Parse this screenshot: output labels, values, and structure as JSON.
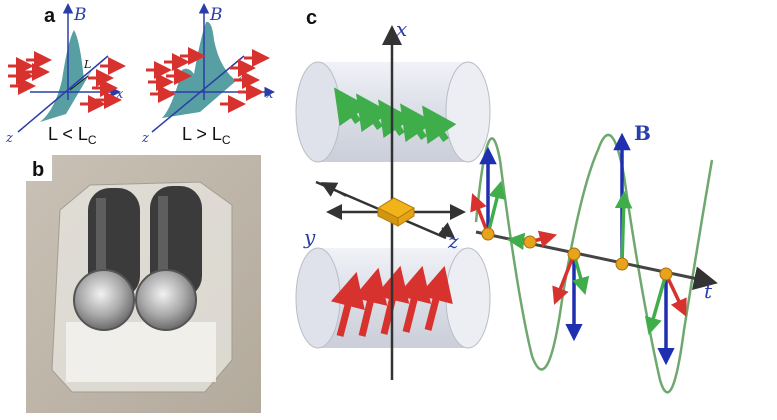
{
  "panels": {
    "a": {
      "letter": "a",
      "axis_b": "B",
      "axis_x": "x",
      "axis_z": "z",
      "length_marker": "L",
      "left_condition": {
        "main": "L < L",
        "sub": "C"
      },
      "right_condition": {
        "main": "L > L",
        "sub": "C"
      }
    },
    "b": {
      "letter": "b"
    },
    "c": {
      "letter": "c",
      "axis_x": "x",
      "axis_y": "y",
      "axis_z": "z",
      "axis_t": "t",
      "field_label": "B"
    }
  },
  "colors": {
    "axis_blue": "#2a3ea8",
    "wave_teal": "#3a8e92",
    "arrow_red": "#d8322f",
    "arrow_green": "#3fae4a",
    "arrow_blue": "#1f2fb0",
    "sine_green": "#6fa86f",
    "cube_gold": "#f2b21a",
    "ball_orange": "#e8a21c"
  }
}
